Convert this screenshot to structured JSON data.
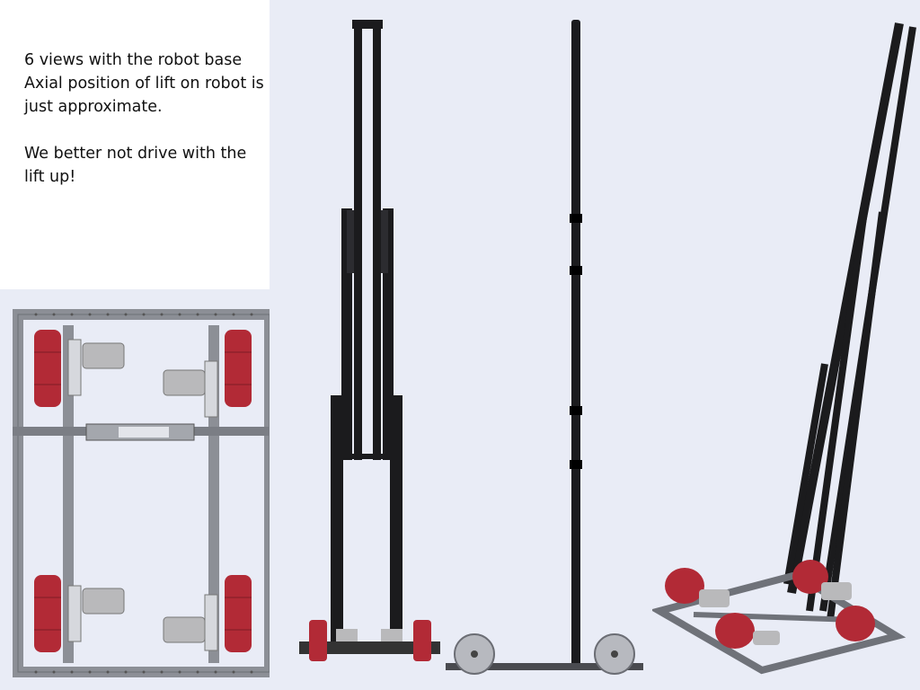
{
  "notes": {
    "paragraph_1": "6 views with the robot base Axial position of lift on robot is just approximate.",
    "paragraph_2": "We better not drive with the lift up!"
  },
  "views": [
    {
      "name": "top-view",
      "icon": "robot-base-top-view"
    },
    {
      "name": "front-view",
      "icon": "robot-lift-front-view"
    },
    {
      "name": "side-view",
      "icon": "robot-lift-side-view"
    },
    {
      "name": "isometric-view",
      "icon": "robot-lift-isometric-view"
    }
  ],
  "colors": {
    "panel_bg": "#e9ecf6",
    "metal": "#8c8f96",
    "lift_black": "#1b1b1d",
    "wheel_red": "#b22a36",
    "motor_gray": "#b9b9bb"
  }
}
